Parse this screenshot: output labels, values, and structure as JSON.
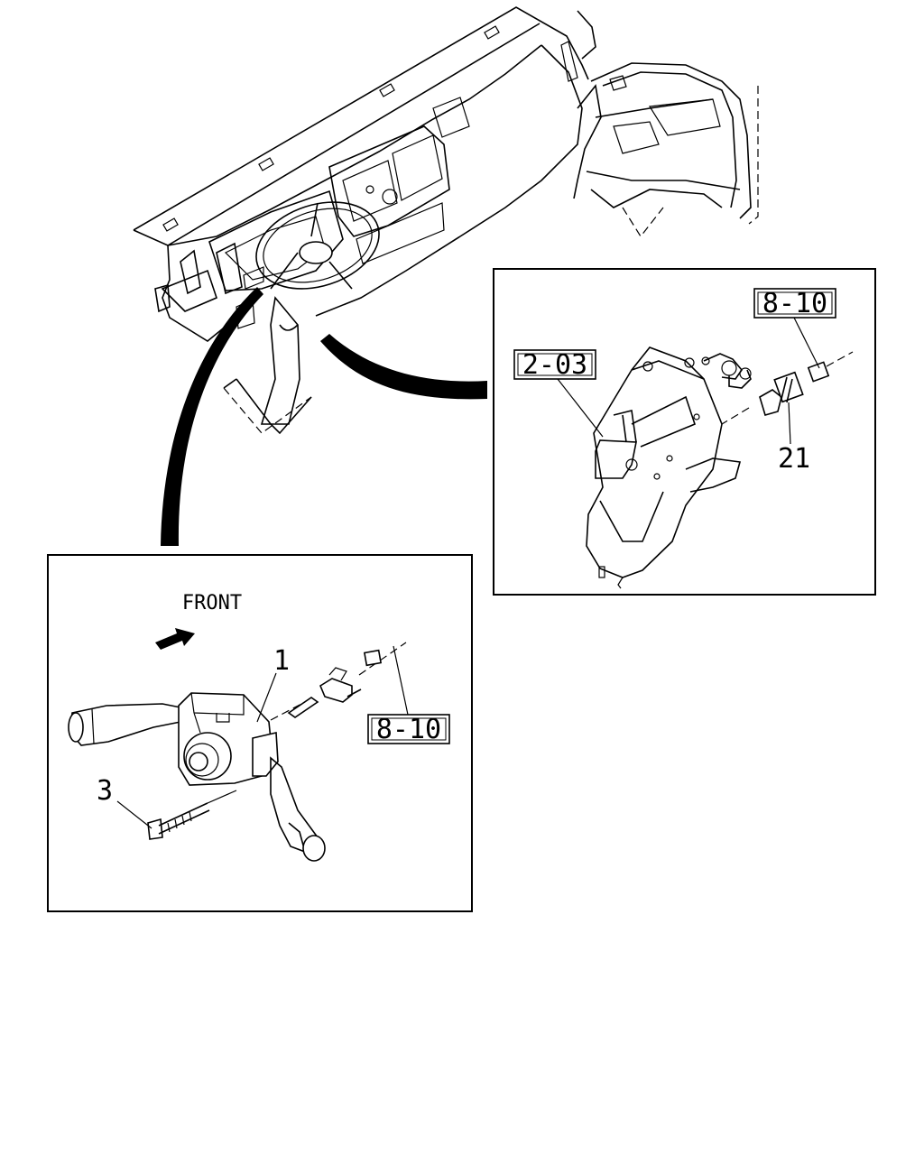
{
  "labels": {
    "front": "FRONT",
    "part_1": "1",
    "part_3": "3",
    "part_21": "21",
    "ref_8_10_lower": "8-10",
    "ref_8_10_upper": "8-10",
    "ref_2_03": "2-03"
  },
  "colors": {
    "ink": "#000000",
    "paper": "#ffffff"
  }
}
